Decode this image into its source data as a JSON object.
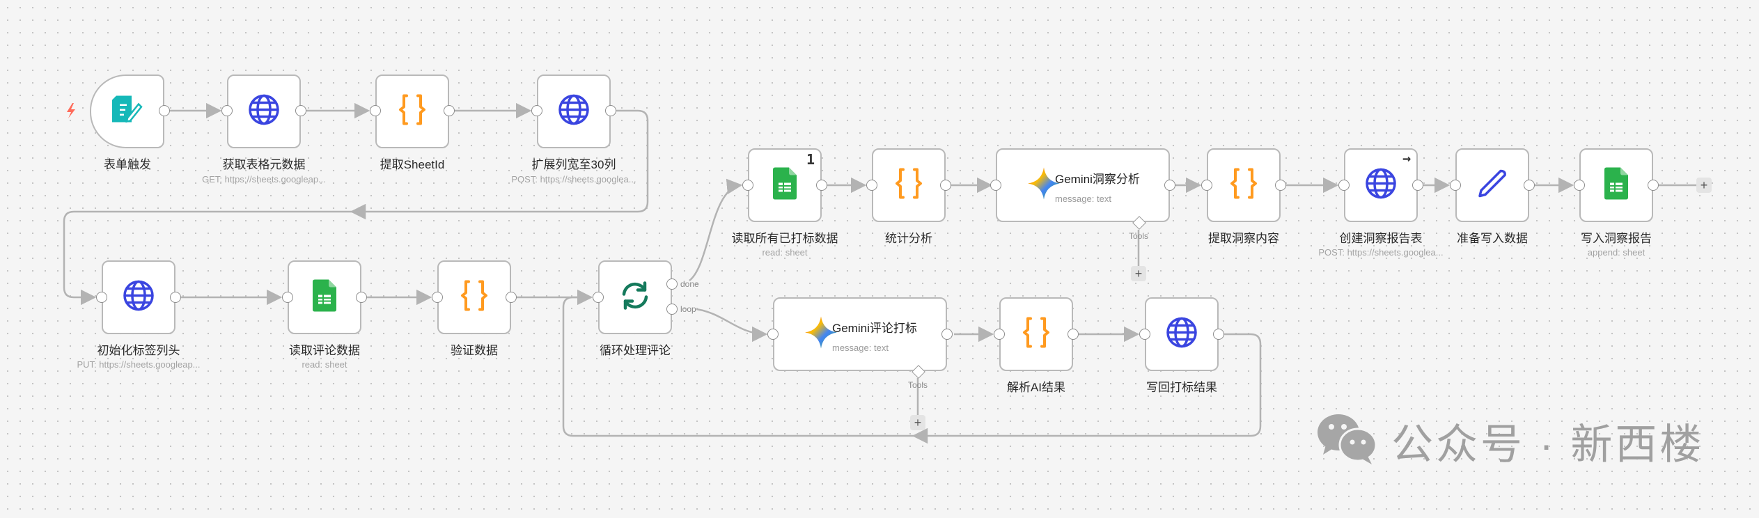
{
  "canvas": {
    "background": "#f5f5f5",
    "edge_color": "#b3b3b3"
  },
  "colors": {
    "globe": "#3a45e0",
    "code": "#ff9a1f",
    "sheet": "#2bb24c",
    "loop": "#157a5c",
    "form": "#15b8b8",
    "trigger_bolt": "#ff6b5a",
    "pen": "#3a45e0"
  },
  "nodes": [
    {
      "id": "trigger",
      "label": "表单触发",
      "sub": "",
      "icon": "form-icon"
    },
    {
      "id": "get_meta",
      "label": "获取表格元数据",
      "sub": "GET: https://sheets.googleap...",
      "icon": "globe-icon"
    },
    {
      "id": "extract_sheetid",
      "label": "提取SheetId",
      "sub": "",
      "icon": "code-braces-icon"
    },
    {
      "id": "expand_cols",
      "label": "扩展列宽至30列",
      "sub": "POST: https://sheets.googlea...",
      "icon": "globe-icon"
    },
    {
      "id": "init_header",
      "label": "初始化标签列头",
      "sub": "PUT: https://sheets.googleap...",
      "icon": "globe-icon"
    },
    {
      "id": "read_comments",
      "label": "读取评论数据",
      "sub": "read: sheet",
      "icon": "google-sheets-icon"
    },
    {
      "id": "validate",
      "label": "验证数据",
      "sub": "",
      "icon": "code-braces-icon"
    },
    {
      "id": "loop",
      "label": "循环处理评论",
      "sub": "",
      "icon": "loop-icon"
    },
    {
      "id": "read_all_tagged",
      "label": "读取所有已打标数据",
      "sub": "read: sheet",
      "icon": "google-sheets-icon",
      "badge": "1"
    },
    {
      "id": "stats",
      "label": "统计分析",
      "sub": "",
      "icon": "code-braces-icon"
    },
    {
      "id": "gemini_insight",
      "label": "Gemini洞察分析",
      "sub": "message: text",
      "icon": "gemini-icon"
    },
    {
      "id": "extract_insight",
      "label": "提取洞察内容",
      "sub": "",
      "icon": "code-braces-icon"
    },
    {
      "id": "create_report",
      "label": "创建洞察报告表",
      "sub": "POST: https://sheets.googlea...",
      "icon": "globe-icon"
    },
    {
      "id": "prepare_write",
      "label": "准备写入数据",
      "sub": "",
      "icon": "pen-icon"
    },
    {
      "id": "write_report",
      "label": "写入洞察报告",
      "sub": "append: sheet",
      "icon": "google-sheets-icon"
    },
    {
      "id": "gemini_tag",
      "label": "Gemini评论打标",
      "sub": "message: text",
      "icon": "gemini-icon"
    },
    {
      "id": "parse_ai",
      "label": "解析AI结果",
      "sub": "",
      "icon": "code-braces-icon"
    },
    {
      "id": "write_back",
      "label": "写回打标结果",
      "sub": "",
      "icon": "globe-icon"
    }
  ],
  "loop_outputs": {
    "done": "done",
    "loop": "loop"
  },
  "tools_label": "Tools",
  "plus_symbol": "+",
  "watermark": {
    "text": "公众号 · 新西楼",
    "icon": "wechat-icon"
  }
}
